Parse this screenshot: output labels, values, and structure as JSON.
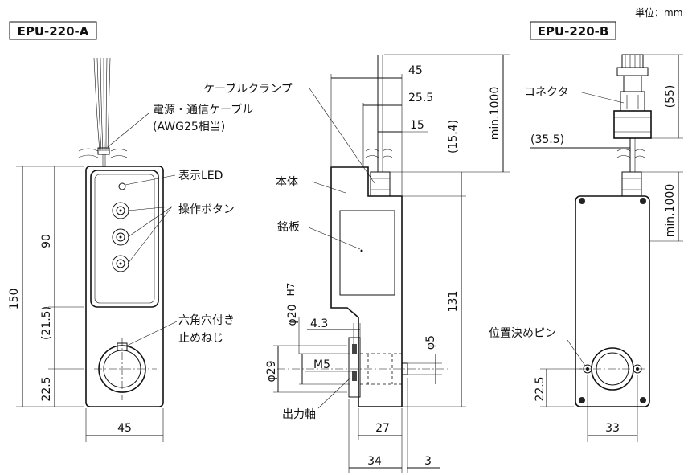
{
  "unit_note": "単位：mm",
  "models": {
    "a": "EPU-220-A",
    "b": "EPU-220-B"
  },
  "labels": {
    "power_cable": "電源・通信ケーブル",
    "awg": "(AWG25相当)",
    "led": "表示LED",
    "buttons": "操作ボタン",
    "set_screw_1": "六角穴付き",
    "set_screw_2": "止めねじ",
    "cable_clamp": "ケーブルクランプ",
    "body": "本体",
    "nameplate": "銘板",
    "output_shaft": "出力軸",
    "connector": "コネクタ",
    "locating_pin": "位置決めピン",
    "m5": "M5"
  },
  "dims": {
    "a_total_height": "150",
    "a_upper": "90",
    "a_gap": "(21.5)",
    "a_shaft_height": "22.5",
    "a_width": "45",
    "s_w45": "45",
    "s_w25_5": "25.5",
    "s_w15": "15",
    "s_15_4": "(15.4)",
    "s_min1000": "min.1000",
    "s_131": "131",
    "s_phi20": "φ20",
    "s_phi20_tol": "H7",
    "s_4_3": "4.3",
    "s_phi5": "φ5",
    "s_phi29": "φ29",
    "s_27": "27",
    "s_34": "34",
    "s_3": "3",
    "b_55": "(55)",
    "b_35_5": "(35.5)",
    "b_min1000": "min.1000",
    "b_22_5": "22.5",
    "b_33": "33"
  }
}
